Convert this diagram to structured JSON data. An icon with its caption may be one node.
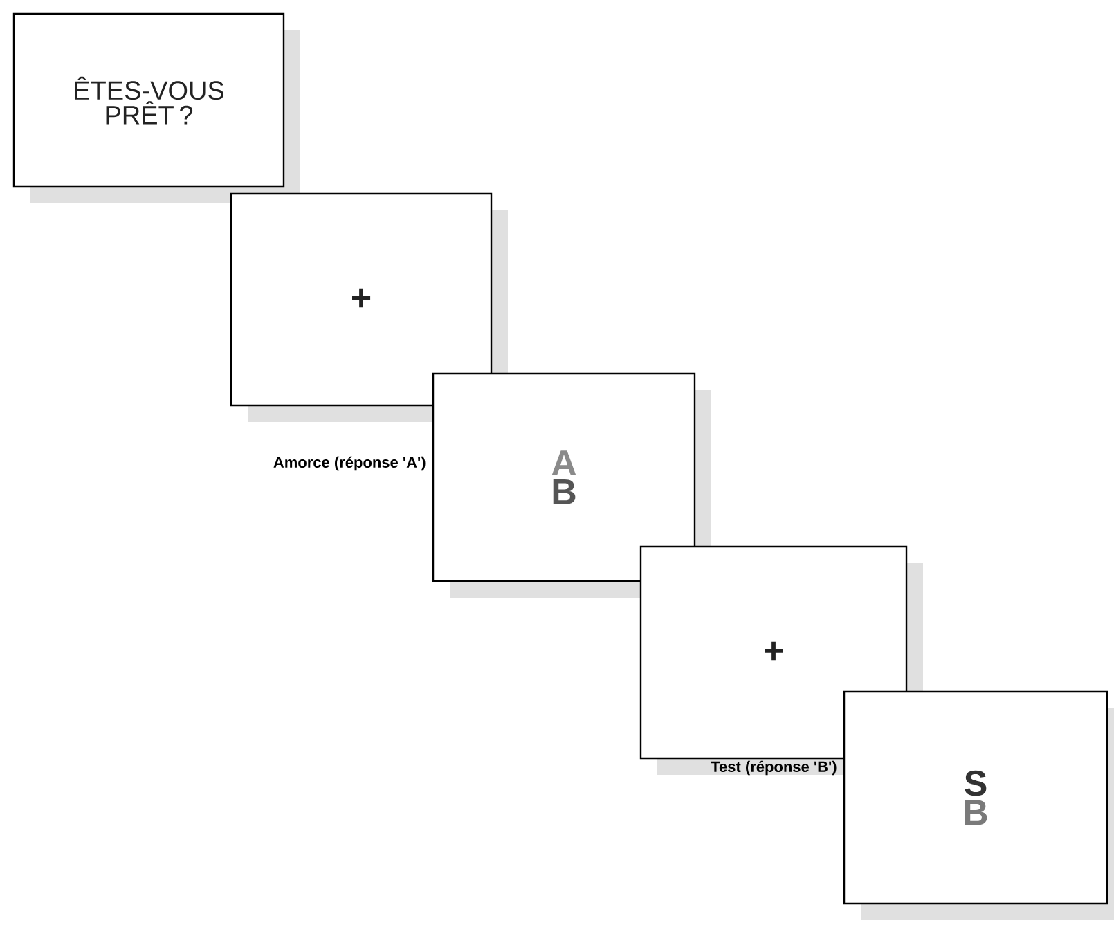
{
  "diagram": {
    "nodes": [
      {
        "text": [
          "ÊTES-VOUS PRÊT ?"
        ]
      },
      {
        "text": [
          "+"
        ]
      },
      {
        "text": [
          "A",
          "B"
        ],
        "beside": [
          "Amorce (réponse 'A')"
        ]
      },
      {
        "text": [
          "+"
        ]
      },
      {
        "text": [
          "S",
          "B"
        ],
        "beside": [
          "Test (réponse 'B')"
        ]
      }
    ]
  }
}
